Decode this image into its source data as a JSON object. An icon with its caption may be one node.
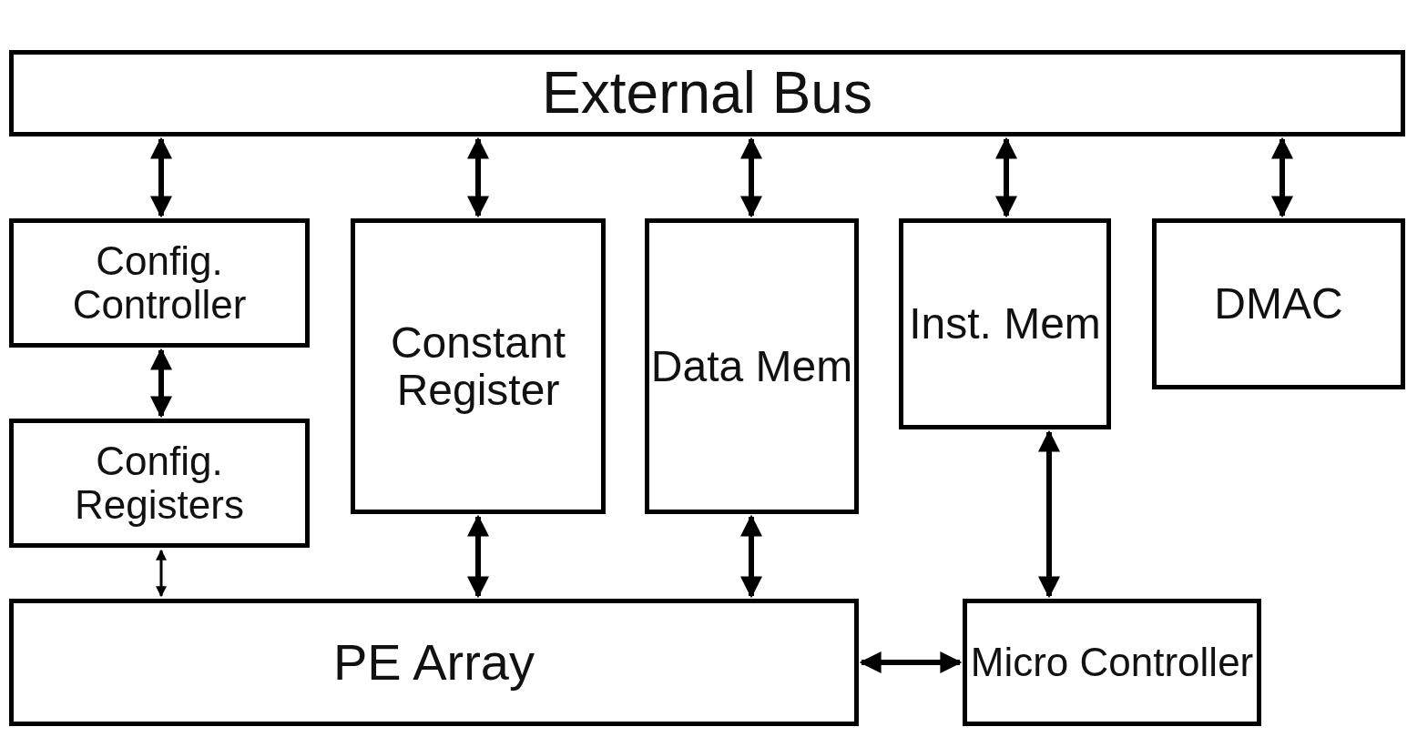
{
  "diagram": {
    "nodes": [
      {
        "text": [
          "External Bus"
        ]
      },
      {
        "text": [
          "Config. Controller"
        ]
      },
      {
        "text": [
          "Constant Register"
        ]
      },
      {
        "text": [
          "Data Mem"
        ]
      },
      {
        "text": [
          "Inst. Mem"
        ]
      },
      {
        "text": [
          "DMAC"
        ]
      },
      {
        "text": [
          "Config. Registers"
        ]
      },
      {
        "text": [
          "PE Array"
        ]
      },
      {
        "text": [
          "Micro Controller"
        ]
      }
    ],
    "edges": [
      {
        "from": 0,
        "to": 1,
        "arrow": "both"
      },
      {
        "from": 0,
        "to": 2,
        "arrow": "both"
      },
      {
        "from": 0,
        "to": 3,
        "arrow": "both"
      },
      {
        "from": 0,
        "to": 4,
        "arrow": "both"
      },
      {
        "from": 0,
        "to": 5,
        "arrow": "both"
      },
      {
        "from": 1,
        "to": 6,
        "arrow": "both"
      },
      {
        "from": 6,
        "to": 7,
        "arrow": "both"
      },
      {
        "from": 2,
        "to": 7,
        "arrow": "both"
      },
      {
        "from": 3,
        "to": 7,
        "arrow": "both"
      },
      {
        "from": 4,
        "to": 8,
        "arrow": "both"
      },
      {
        "from": 7,
        "to": 8,
        "arrow": "both"
      }
    ]
  }
}
